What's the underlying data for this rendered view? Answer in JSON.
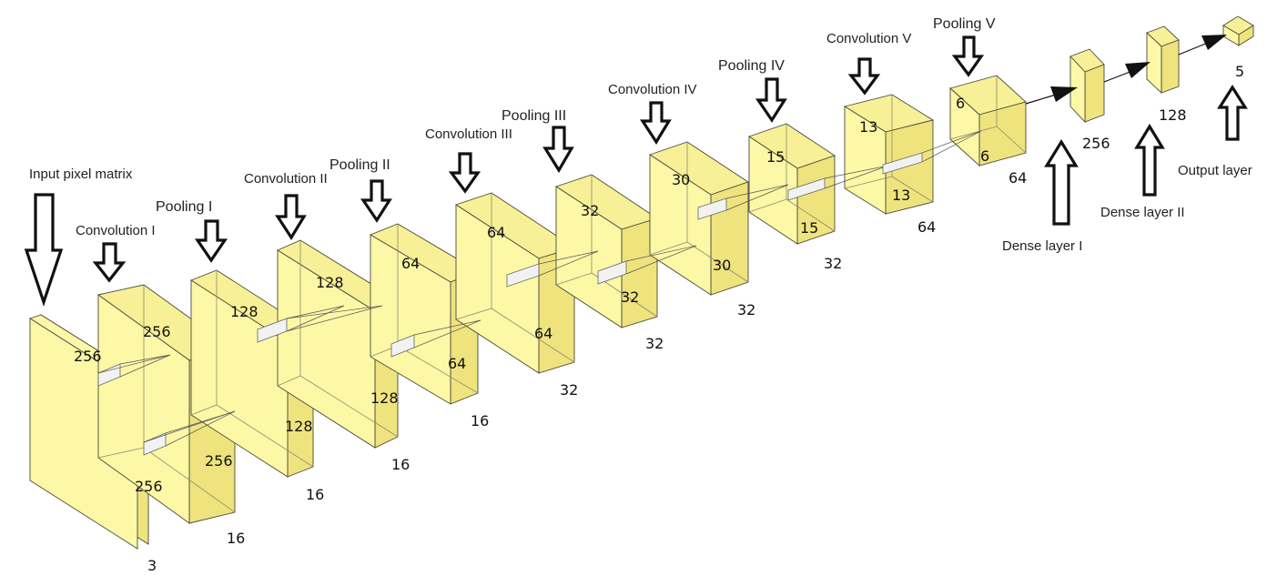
{
  "layers": [
    {
      "name": "Input pixel matrix",
      "dims": [
        "256",
        "256",
        "3"
      ]
    },
    {
      "name": "Convolution I",
      "dims": [
        "256",
        "256",
        "16"
      ]
    },
    {
      "name": "Pooling I",
      "dims": [
        "128",
        "128",
        "16"
      ]
    },
    {
      "name": "Convolution II",
      "dims": [
        "128",
        "128",
        "16"
      ]
    },
    {
      "name": "Pooling II",
      "dims": [
        "64",
        "64",
        "16"
      ]
    },
    {
      "name": "Convolution III",
      "dims": [
        "64",
        "64",
        "32"
      ]
    },
    {
      "name": "Pooling III",
      "dims": [
        "32",
        "32",
        "32"
      ]
    },
    {
      "name": "Convolution IV",
      "dims": [
        "30",
        "30",
        "32"
      ]
    },
    {
      "name": "Pooling IV",
      "dims": [
        "15",
        "15",
        "32"
      ]
    },
    {
      "name": "Convolution V",
      "dims": [
        "13",
        "13",
        "64"
      ]
    },
    {
      "name": "Pooling V",
      "dims": [
        "6",
        "6",
        "64"
      ]
    },
    {
      "name": "Dense layer I",
      "dims": [
        "256"
      ]
    },
    {
      "name": "Dense layer II",
      "dims": [
        "128"
      ]
    },
    {
      "name": "Output layer",
      "dims": [
        "5"
      ]
    }
  ],
  "colors": {
    "block_fill": "#fdf8a6",
    "edge": "#4a4a3a"
  }
}
